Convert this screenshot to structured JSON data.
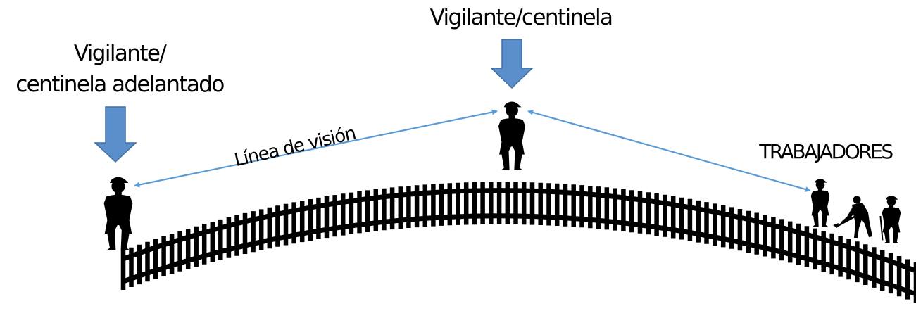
{
  "labels": {
    "advanced_lookout": [
      "Vigilante/",
      "centinela adelantado"
    ],
    "lookout": "Vigilante/centinela",
    "workers": "TRABAJADORES",
    "line_of_sight": "Línea de visión"
  },
  "colors": {
    "indicator_arrow": "#5b8fcc",
    "sight_line": "#5b9bd5",
    "silhouette": "#000000",
    "track": "#000000"
  },
  "figures": [
    {
      "name": "advanced-lookout",
      "icon": "standing-person-silhouette"
    },
    {
      "name": "lookout",
      "icon": "standing-person-silhouette"
    },
    {
      "name": "worker-standing",
      "icon": "standing-person-silhouette"
    },
    {
      "name": "worker-shoveling",
      "icon": "shoveling-worker-silhouette"
    },
    {
      "name": "worker-with-tool",
      "icon": "worker-with-tool-silhouette"
    }
  ]
}
